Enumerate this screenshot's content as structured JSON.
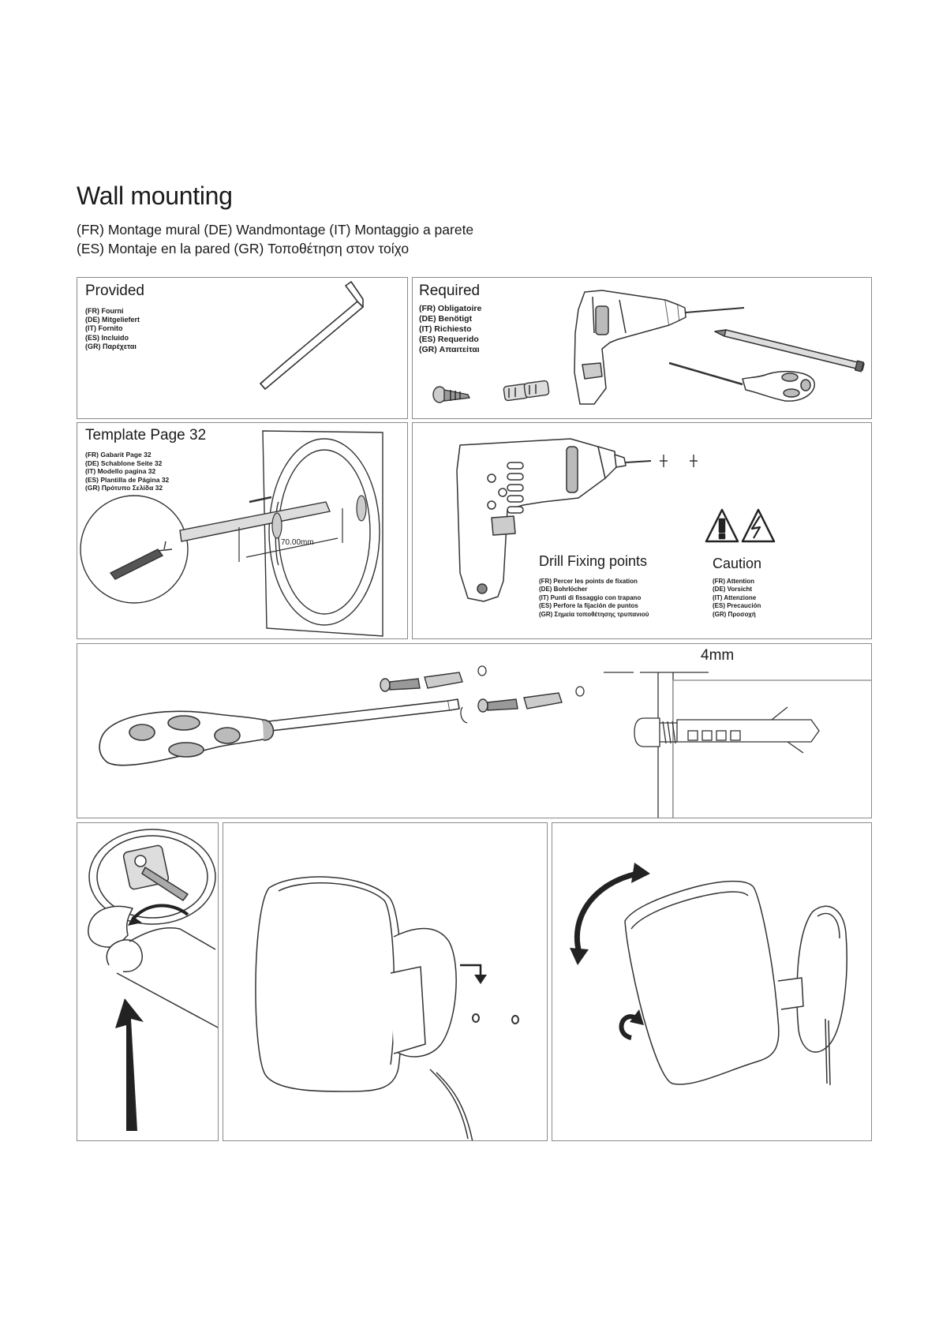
{
  "page": {
    "title": "Wall mounting",
    "subtitle_line1": "(FR) Montage mural (DE) Wandmontage (IT) Montaggio a parete",
    "subtitle_line2": "(ES) Montaje en la pared (GR) Τοποθέτηση στον τοίχο"
  },
  "provided": {
    "title": "Provided",
    "translations": [
      "(FR) Fourni",
      "(DE) Mitgeliefert",
      "(IT) Fornito",
      "(ES) Incluido",
      "(GR) Παρέχεται"
    ]
  },
  "required": {
    "title": "Required",
    "translations": [
      "(FR) Obligatoire",
      "(DE) Benötigt",
      "(IT) Richiesto",
      "(ES) Requerido",
      "(GR) Απαιτείται"
    ]
  },
  "template": {
    "title": "Template Page 32",
    "translations": [
      "(FR) Gabarit Page 32",
      "(DE) Schablone Seite 32",
      "(IT) Modello pagina 32",
      "(ES) Plantilla de Página 32",
      "(GR) Πρότυπο Σελίδα 32"
    ],
    "dimension": "70.00mm"
  },
  "drill": {
    "title": "Drill Fixing points",
    "translations": [
      "(FR) Percer les points de fixation",
      "(DE) Bohrlöcher",
      "(IT) Punti di fissaggio con trapano",
      "(ES) Perfore la fijación de puntos",
      "(GR) Σημεία τοποθέτησης τρυπανιού"
    ]
  },
  "caution": {
    "title": "Caution",
    "translations": [
      "(FR) Attention",
      "(DE) Vorsicht",
      "(IT) Attenzione",
      "(ES) Precaución",
      "(GR) Προσοχή"
    ]
  },
  "screws": {
    "dimension": "4mm"
  },
  "icons": [
    "allen-key-icon",
    "drill-icon",
    "pencil-icon",
    "screwdriver-icon",
    "screw-icon",
    "wall-plug-icon",
    "warning-icon",
    "electric-hazard-icon",
    "rotate-arrow-icon"
  ]
}
